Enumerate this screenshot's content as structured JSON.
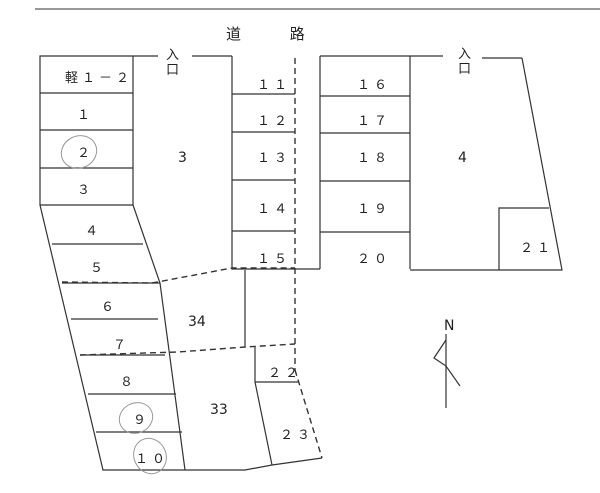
{
  "road_label": "道 路",
  "entrances": [
    "入",
    "口"
  ],
  "north_label": "N",
  "lots": {
    "kei12": "軽１－２",
    "l1": "１",
    "l2": "２",
    "l3": "３",
    "l4": "４",
    "l5": "５",
    "l6": "６",
    "l7": "７",
    "l8": "８",
    "l9": "９",
    "l10": "１０",
    "l11": "１１",
    "l12": "１２",
    "l13": "１３",
    "l14": "１４",
    "l15": "１５",
    "l16": "１６",
    "l17": "１７",
    "l18": "１８",
    "l19": "１９",
    "l20": "２０",
    "l21": "２１",
    "l22": "２２",
    "l23": "２３",
    "a3": "3",
    "a4": "4",
    "a33": "33",
    "a34": "34"
  }
}
